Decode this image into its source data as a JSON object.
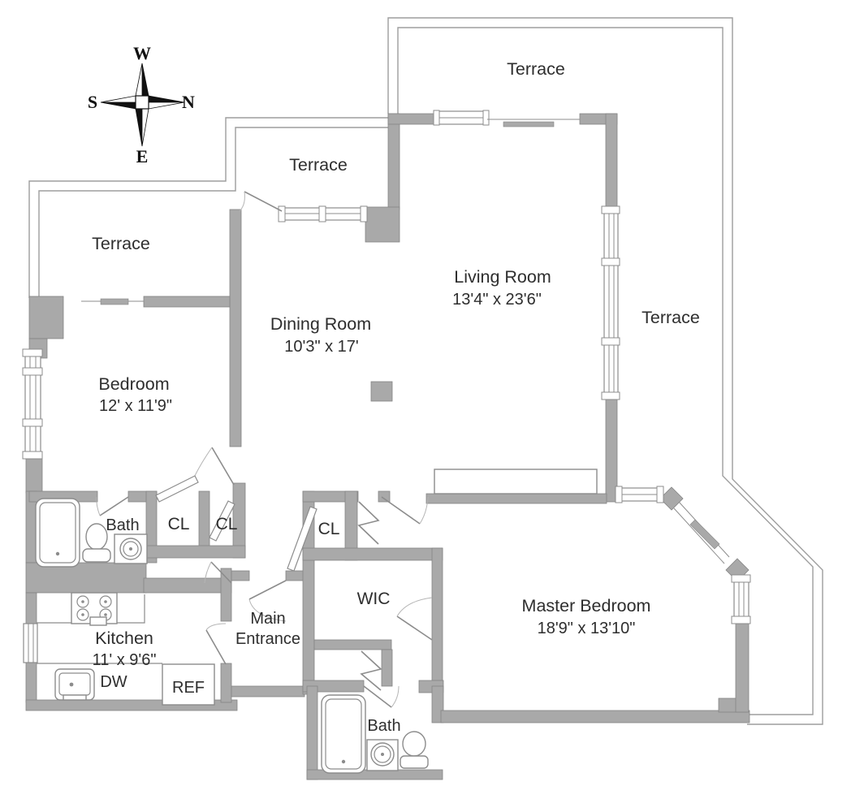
{
  "title": "Apartment floor plan",
  "colors": {
    "wall": "#a9a9a9",
    "wall_edge": "#848484",
    "terrace_line": "#9d9d9d",
    "text": "#2e2e2e",
    "background": "#ffffff"
  },
  "compass": {
    "west": "W",
    "south": "S",
    "north": "N",
    "east": "E"
  },
  "terraces": {
    "top": "Terrace",
    "middle": "Terrace",
    "left": "Terrace",
    "right": "Terrace"
  },
  "rooms": {
    "living": {
      "name": "Living Room",
      "dims": "13'4\" x 23'6\""
    },
    "dining": {
      "name": "Dining Room",
      "dims": "10'3\" x 17'"
    },
    "bedroom": {
      "name": "Bedroom",
      "dims": "12' x 11'9\""
    },
    "master": {
      "name": "Master Bedroom",
      "dims": "18'9\" x 13'10\""
    },
    "kitchen": {
      "name": "Kitchen",
      "dims": "11' x 9'6\""
    },
    "bath": {
      "name": "Bath"
    },
    "master_bath": {
      "name": "Bath"
    },
    "wic": {
      "name": "WIC"
    },
    "closet1": {
      "name": "CL"
    },
    "closet2": {
      "name": "CL"
    },
    "closet3": {
      "name": "CL"
    },
    "entrance": {
      "line1": "Main",
      "line2": "Entrance"
    }
  },
  "appliances": {
    "dishwasher": "DW",
    "refrigerator": "REF"
  }
}
